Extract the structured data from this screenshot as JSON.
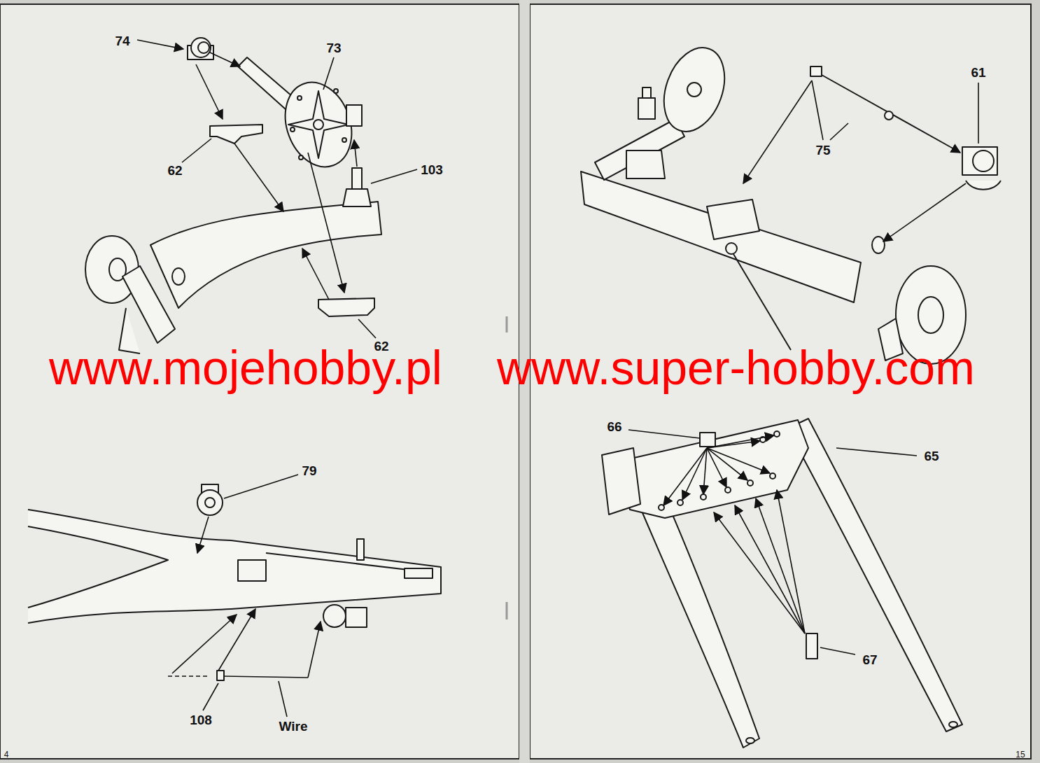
{
  "diagram": {
    "labels": [
      "74",
      "73",
      "62",
      "103",
      "62",
      "79",
      "108",
      "Wire",
      "4",
      "75",
      "61",
      "66",
      "65",
      "67",
      "15",
      "www.mojehobby.pl",
      "www.super-hobby.com"
    ]
  }
}
